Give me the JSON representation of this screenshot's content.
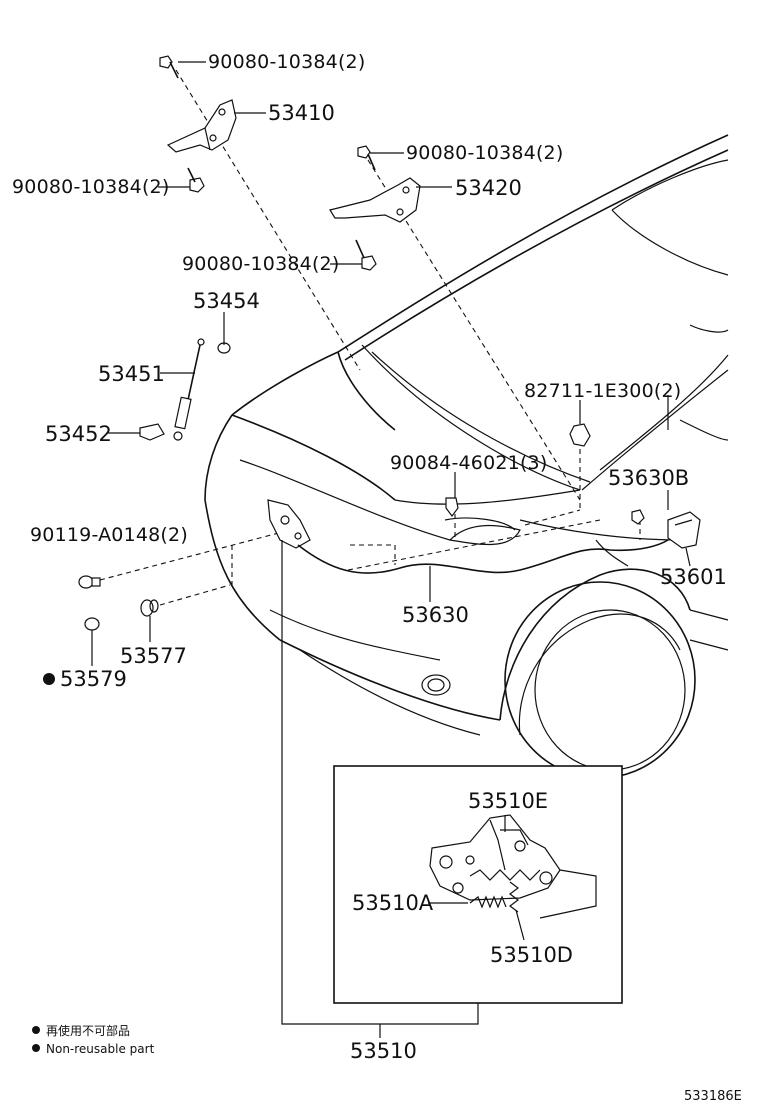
{
  "parts": {
    "bolt_top": "90080-10384(2)",
    "hinge_lh": "53410",
    "bolt_left": "90080-10384(2)",
    "bolt_right_top": "90080-10384(2)",
    "hinge_rh": "53420",
    "bolt_right_bottom": "90080-10384(2)",
    "retainer": "53454",
    "support_rod": "53451",
    "support_holder": "53452",
    "clip_82711": "82711-1E300(2)",
    "clip_90084": "90084-46021(3)",
    "cable_sub_b": "53630B",
    "screw_90119": "90119-A0148(2)",
    "lever_53601": "53601",
    "cushion_53577": "53577",
    "cushion_53579": "53579",
    "cable_53630": "53630",
    "lock_assy": "53510",
    "lock_e": "53510E",
    "lock_a": "53510A",
    "lock_d": "53510D"
  },
  "legend": {
    "japanese": "再使用不可部品",
    "english": "Non-reusable part"
  },
  "diagram_code": "533186E"
}
